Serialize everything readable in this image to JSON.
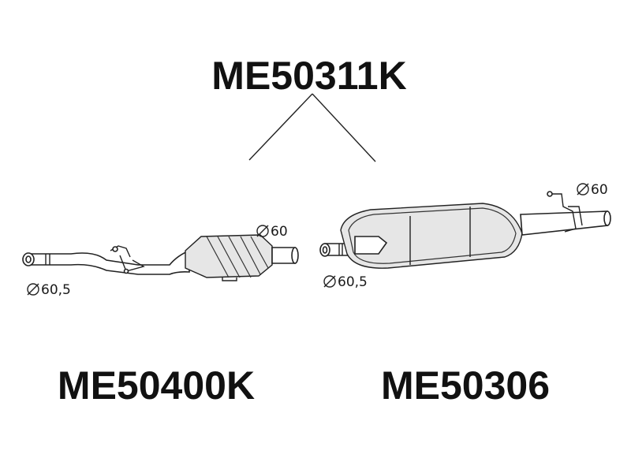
{
  "parts": {
    "assembly_code": "ME50311K",
    "front_code": "ME50400K",
    "rear_code": "ME50306"
  },
  "dimensions": {
    "front_inlet": "60,5",
    "front_outlet": "60",
    "rear_inlet": "60,5",
    "rear_outlet": "60"
  },
  "colors": {
    "line": "#222222",
    "text": "#111111",
    "background": "#ffffff"
  }
}
